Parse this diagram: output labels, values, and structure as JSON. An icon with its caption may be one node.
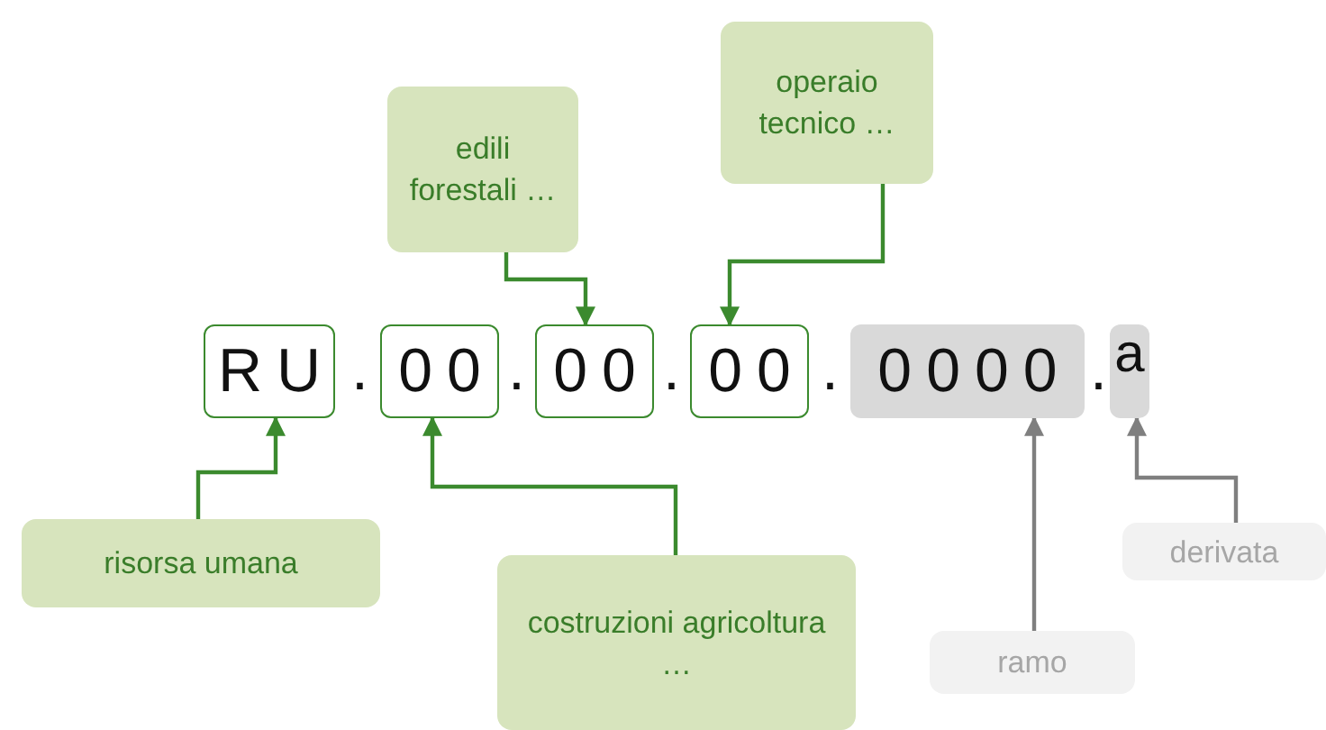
{
  "diagram": {
    "nodes": [
      {
        "text": [
          "RU"
        ]
      },
      {
        "text": [
          "00"
        ]
      },
      {
        "text": [
          "00"
        ]
      },
      {
        "text": [
          "00"
        ]
      },
      {
        "text": [
          "0000"
        ]
      },
      {
        "text": [
          "a"
        ]
      },
      {
        "text": [
          "edili forestali …"
        ]
      },
      {
        "text": [
          "operaio tecnico …"
        ]
      },
      {
        "text": [
          "risorsa umana"
        ]
      },
      {
        "text": [
          "costruzioni agricoltura …"
        ]
      },
      {
        "text": [
          "ramo"
        ]
      },
      {
        "text": [
          "derivata"
        ]
      }
    ],
    "edges": [
      {
        "from": 6,
        "to": 2,
        "arrow": "to"
      },
      {
        "from": 7,
        "to": 3,
        "arrow": "to"
      },
      {
        "from": 8,
        "to": 0,
        "arrow": "to"
      },
      {
        "from": 9,
        "to": 1,
        "arrow": "to"
      },
      {
        "from": 10,
        "to": 4,
        "arrow": "to",
        "color": "#7f7f7f"
      },
      {
        "from": 11,
        "to": 5,
        "arrow": "to",
        "color": "#7f7f7f"
      }
    ],
    "labels": [
      ".",
      ".",
      ".",
      ".",
      "."
    ]
  }
}
